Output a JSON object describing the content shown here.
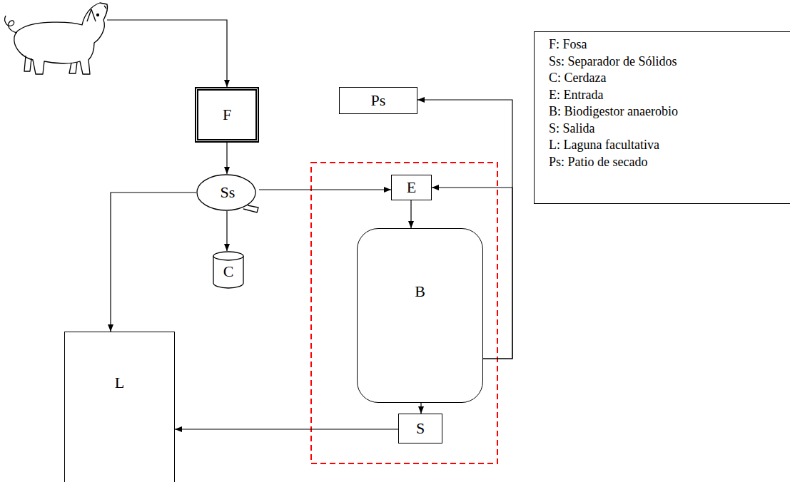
{
  "diagram": {
    "nodes": [
      {
        "text": [
          "F"
        ]
      },
      {
        "text": [
          "Ps"
        ]
      },
      {
        "text": [
          "Ss"
        ]
      },
      {
        "text": [
          "E"
        ]
      },
      {
        "text": [
          "C"
        ]
      },
      {
        "text": [
          "B"
        ]
      },
      {
        "text": [
          "L"
        ]
      },
      {
        "text": [
          "S"
        ]
      },
      {
        "text": [
          "F: Fosa",
          "Ss: Separador de Sólidos",
          "C: Cerdaza",
          "E: Entrada",
          "B: Biodigestor anaerobio",
          "S: Salida",
          "L: Laguna facultativa",
          "Ps: Patio de secado"
        ]
      }
    ],
    "edges": [
      {
        "from": 0,
        "to": 2,
        "arrow": "to"
      },
      {
        "from": 2,
        "to": 3,
        "arrow": "to"
      },
      {
        "from": 2,
        "to": 4,
        "arrow": "to"
      },
      {
        "from": 2,
        "to": 6,
        "arrow": "to"
      },
      {
        "from": 5,
        "to": 1,
        "arrow": "to"
      },
      {
        "from": 5,
        "to": 3,
        "arrow": "to"
      },
      {
        "from": 3,
        "to": 5,
        "arrow": "to"
      },
      {
        "from": 5,
        "to": 7,
        "arrow": "to"
      },
      {
        "from": 7,
        "to": 6,
        "arrow": "to"
      }
    ]
  }
}
